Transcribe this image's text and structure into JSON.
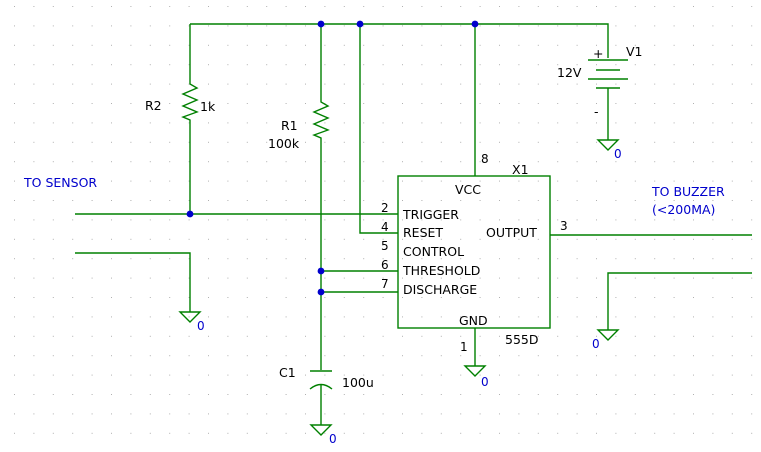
{
  "labels": {
    "to_sensor": "TO SENSOR",
    "to_buzzer": "TO BUZZER",
    "buzzer_current": "(<200MA)"
  },
  "battery": {
    "ref": "V1",
    "value": "12V",
    "plus": "+",
    "minus": "-"
  },
  "r1": {
    "ref": "R1",
    "value": "100k"
  },
  "r2": {
    "ref": "R2",
    "value": "1k"
  },
  "c1": {
    "ref": "C1",
    "value": "100u"
  },
  "ic": {
    "ref": "X1",
    "part": "555D",
    "vcc": "VCC",
    "gnd": "GND",
    "trigger": "TRIGGER",
    "reset": "RESET",
    "control": "CONTROL",
    "threshold": "THRESHOLD",
    "discharge": "DISCHARGE",
    "output": "OUTPUT",
    "pin_vcc": "8",
    "pin_gnd": "1",
    "pin_trigger": "2",
    "pin_reset": "4",
    "pin_control": "5",
    "pin_threshold": "6",
    "pin_discharge": "7",
    "pin_output": "3"
  },
  "grounds": {
    "battery": "0",
    "sensor": "0",
    "ic": "0",
    "cap": "0",
    "buzzer": "0"
  },
  "colors": {
    "wire": "#008000",
    "junction": "#0000cc",
    "grid": "#b0b0b0"
  }
}
